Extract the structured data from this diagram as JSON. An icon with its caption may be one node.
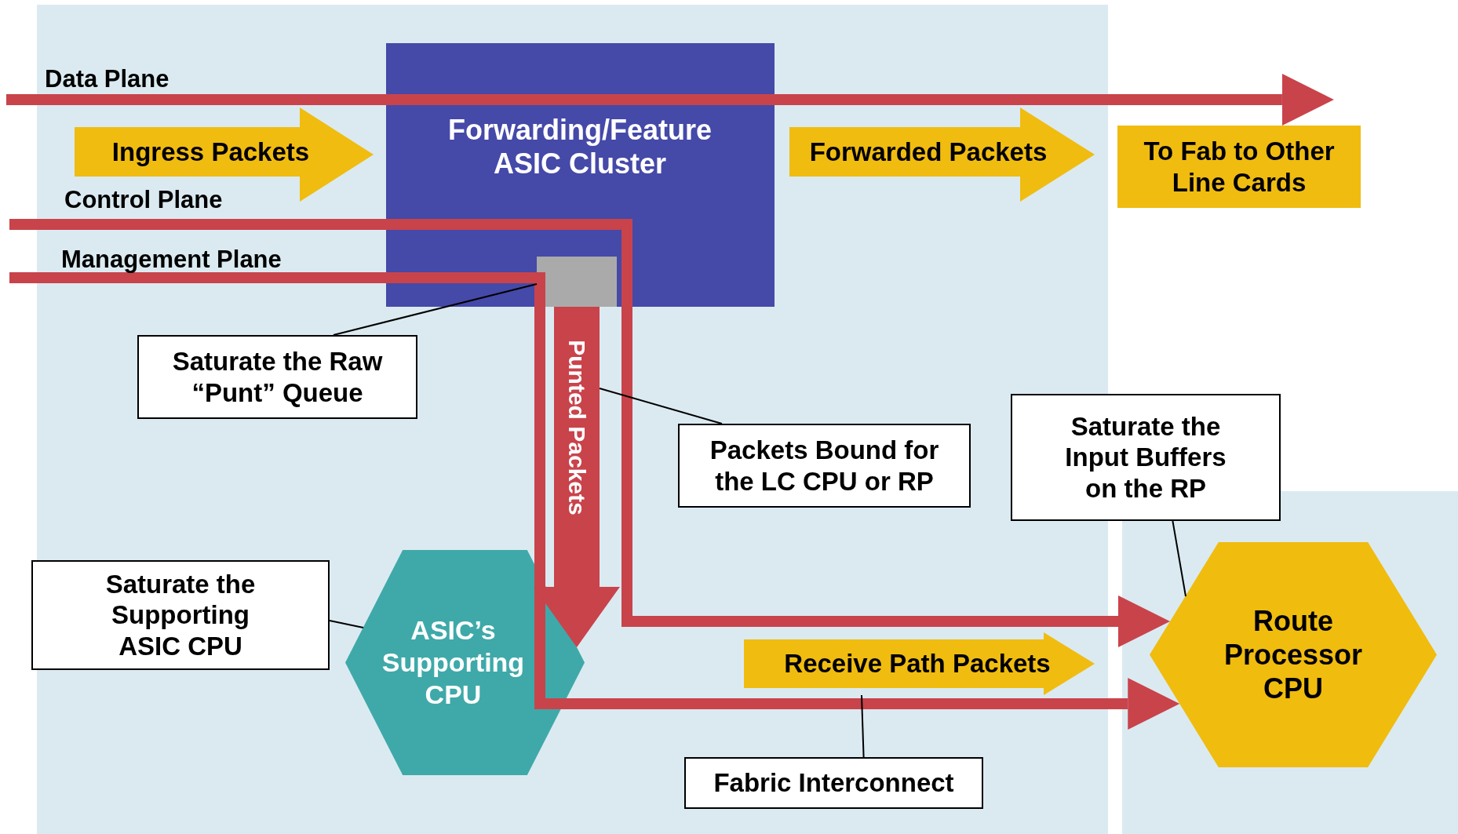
{
  "diagram": {
    "nodes": [
      {
        "text": [
          "Forwarding/Feature ASIC Cluster"
        ]
      },
      {
        "text": [],
        "shape": "box",
        "in": 0
      },
      {
        "text": [
          "Ingress Packets"
        ]
      },
      {
        "text": [
          "Forwarded Packets"
        ]
      },
      {
        "text": [
          "To Fab to Other Line Cards"
        ]
      },
      {
        "text": [
          "Saturate the Raw “Punt” Queue"
        ]
      },
      {
        "text": [
          "Packets Bound for the LC CPU or RP"
        ]
      },
      {
        "text": [
          "Saturate the Input Buffers on the RP"
        ]
      },
      {
        "text": [
          "Saturate the Supporting ASIC CPU"
        ]
      },
      {
        "text": [
          "ASIC’s Supporting CPU"
        ]
      },
      {
        "text": [
          "Receive Path Packets"
        ]
      },
      {
        "text": [
          "Route Processor CPU"
        ]
      },
      {
        "text": [
          "Fabric Interconnect"
        ]
      }
    ],
    "edges": [
      {
        "from": null,
        "to": 4,
        "arrow": "to",
        "label": "Data Plane",
        "style": "thick",
        "color": "#c9434b"
      },
      {
        "from": null,
        "to": 11,
        "arrow": "to",
        "label": "Control Plane",
        "style": "thick",
        "color": "#c9434b"
      },
      {
        "from": null,
        "to": 11,
        "arrow": "to",
        "label": "Management Plane",
        "style": "thick",
        "color": "#c9434b"
      },
      {
        "from": 5,
        "to": 1,
        "arrow": "none",
        "color": "#000000"
      },
      {
        "from": 6,
        "to": null,
        "arrow": "none",
        "color": "#000000"
      },
      {
        "from": 7,
        "to": 11,
        "arrow": "none",
        "color": "#000000"
      },
      {
        "from": 8,
        "to": 9,
        "arrow": "none",
        "color": "#000000"
      },
      {
        "from": 12,
        "to": 10,
        "arrow": "none",
        "color": "#000000"
      },
      {
        "from": 1,
        "to": 9,
        "arrow": "to",
        "label": "Punted Packets",
        "style": "thick",
        "color": "#c9434b"
      }
    ]
  }
}
